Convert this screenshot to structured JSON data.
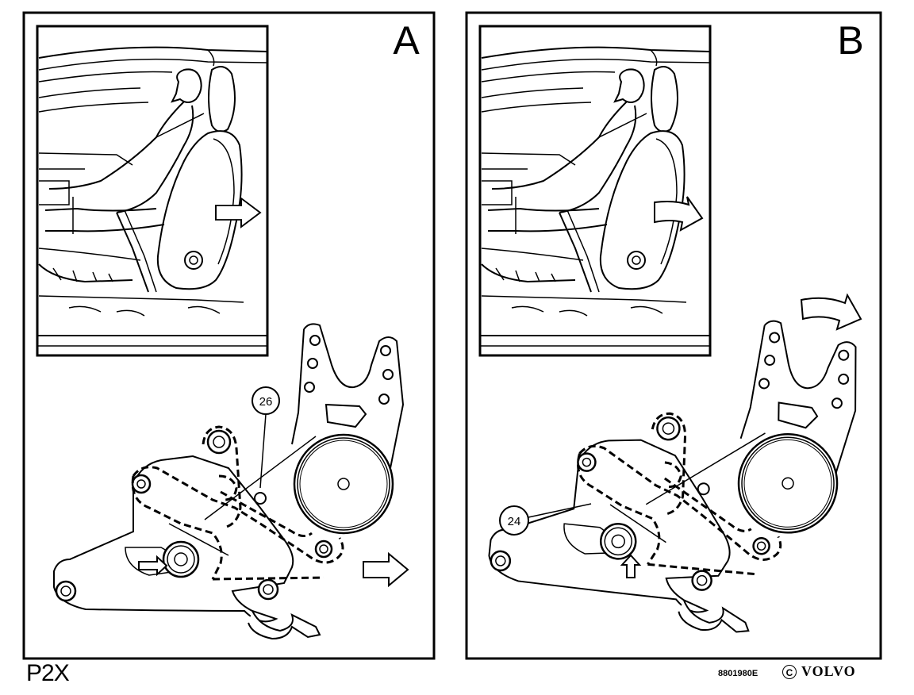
{
  "panels": [
    {
      "letter": "A",
      "callout": "26"
    },
    {
      "letter": "B",
      "callout": "24"
    }
  ],
  "footer": {
    "model": "P2X",
    "code": "8801980E",
    "copyright_symbol": "C",
    "brand": "VOLVO"
  }
}
